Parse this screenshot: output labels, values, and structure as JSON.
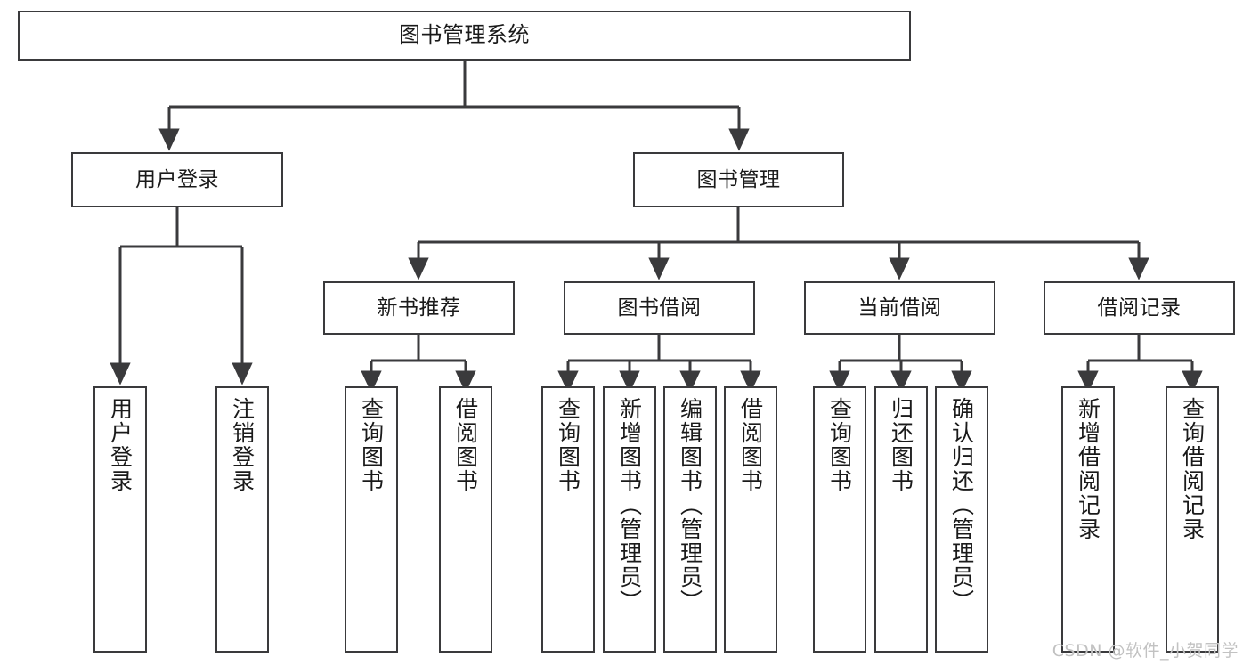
{
  "diagram": {
    "title": "图书管理系统",
    "watermark": "CSDN @软件_小贺同学",
    "line_color": "#3a3a3c",
    "text_color": "#1a1a1a",
    "background": "#ffffff",
    "watermark_color": "#c2c2c2",
    "root": {
      "label": "图书管理系统"
    },
    "level2": [
      {
        "label": "用户登录"
      },
      {
        "label": "图书管理"
      }
    ],
    "level3": [
      {
        "label": "新书推荐"
      },
      {
        "label": "图书借阅"
      },
      {
        "label": "当前借阅"
      },
      {
        "label": "借阅记录"
      }
    ],
    "leaves": {
      "user_login": [
        {
          "label": "用户登录"
        },
        {
          "label": "注销登录"
        }
      ],
      "new_book": [
        {
          "label": "查询图书"
        },
        {
          "label": "借阅图书"
        }
      ],
      "book_borrow": [
        {
          "label": "查询图书"
        },
        {
          "label": "新增图书（管理员）"
        },
        {
          "label": "编辑图书（管理员）"
        },
        {
          "label": "借阅图书"
        }
      ],
      "current_borrow": [
        {
          "label": "查询图书"
        },
        {
          "label": "归还图书"
        },
        {
          "label": "确认归还（管理员）"
        }
      ],
      "borrow_record": [
        {
          "label": "新增借阅记录"
        },
        {
          "label": "查询借阅记录"
        }
      ]
    }
  }
}
